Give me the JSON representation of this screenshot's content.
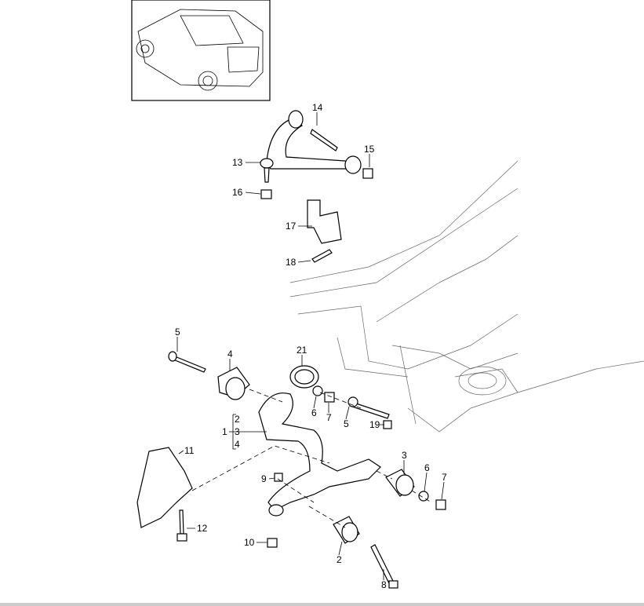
{
  "diagram": {
    "title_graphic": "vehicle-overview-thumbnail",
    "callouts": [
      {
        "id": "c14",
        "label": "14"
      },
      {
        "id": "c15",
        "label": "15"
      },
      {
        "id": "c13",
        "label": "13"
      },
      {
        "id": "c16",
        "label": "16"
      },
      {
        "id": "c17",
        "label": "17"
      },
      {
        "id": "c18",
        "label": "18"
      },
      {
        "id": "c5a",
        "label": "5"
      },
      {
        "id": "c4a",
        "label": "4"
      },
      {
        "id": "c21",
        "label": "21"
      },
      {
        "id": "c6a",
        "label": "6"
      },
      {
        "id": "c7a",
        "label": "7"
      },
      {
        "id": "c5b",
        "label": "5"
      },
      {
        "id": "c19",
        "label": "19"
      },
      {
        "id": "c1",
        "label": "1"
      },
      {
        "id": "c2a",
        "label": "2"
      },
      {
        "id": "c3a",
        "label": "3"
      },
      {
        "id": "c4b",
        "label": "4"
      },
      {
        "id": "c11",
        "label": "11"
      },
      {
        "id": "c3b",
        "label": "3"
      },
      {
        "id": "c6b",
        "label": "6"
      },
      {
        "id": "c7b",
        "label": "7"
      },
      {
        "id": "c9",
        "label": "9"
      },
      {
        "id": "c12",
        "label": "12"
      },
      {
        "id": "c10",
        "label": "10"
      },
      {
        "id": "c2b",
        "label": "2"
      },
      {
        "id": "c8",
        "label": "8"
      }
    ]
  }
}
